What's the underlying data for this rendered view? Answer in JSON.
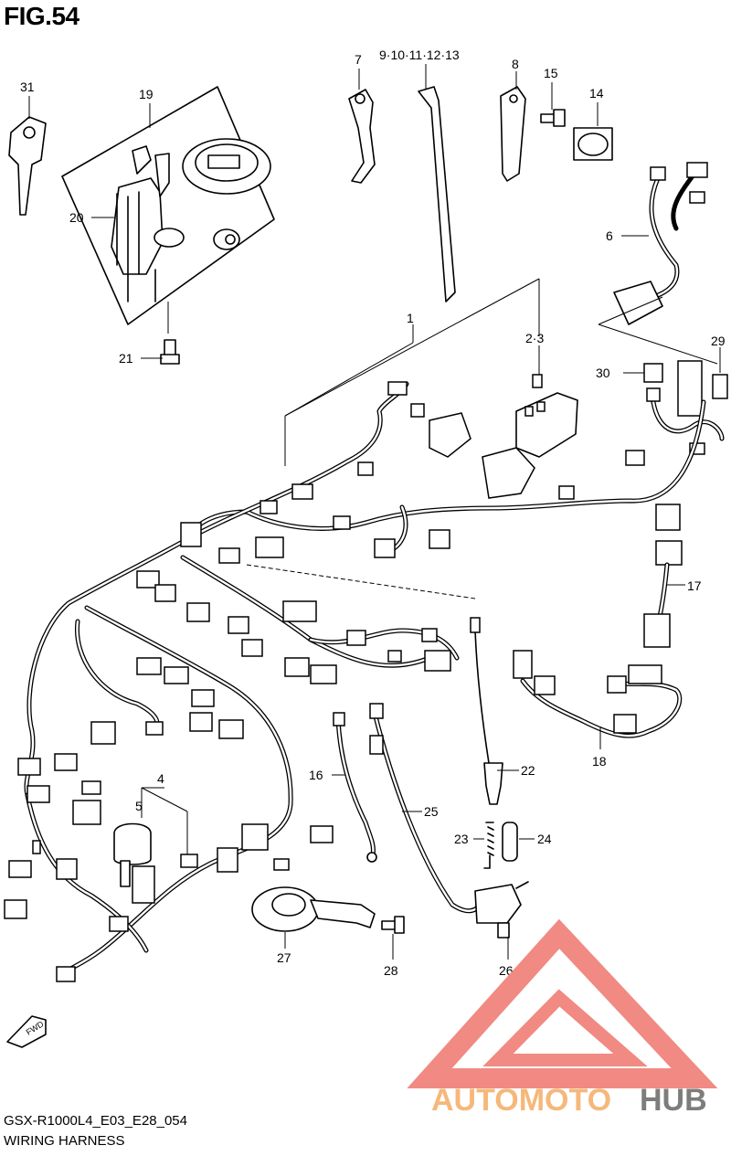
{
  "figure": {
    "title": "FIG.54",
    "model_code": "GSX-R1000L4_E03_E28_054",
    "section_name": "WIRING HARNESS"
  },
  "callouts": {
    "c1": "1",
    "c2_3": "2·3",
    "c4": "4",
    "c5": "5",
    "c6": "6",
    "c7": "7",
    "c8": "8",
    "c9_13": "9·10·11·12·13",
    "c14": "14",
    "c15": "15",
    "c16": "16",
    "c17": "17",
    "c18": "18",
    "c19": "19",
    "c20": "20",
    "c21": "21",
    "c22": "22",
    "c23": "23",
    "c24": "24",
    "c25": "25",
    "c26": "26",
    "c27": "27",
    "c28": "28",
    "c29": "29",
    "c30": "30",
    "c31": "31"
  },
  "direction_marker": "FWD",
  "watermark": {
    "text_part1": "AUTOMOTO",
    "text_part2": "HUB",
    "color_primary": "#f08a82",
    "color_secondary": "#f5b87a",
    "color_tertiary": "#7d7d7d"
  }
}
